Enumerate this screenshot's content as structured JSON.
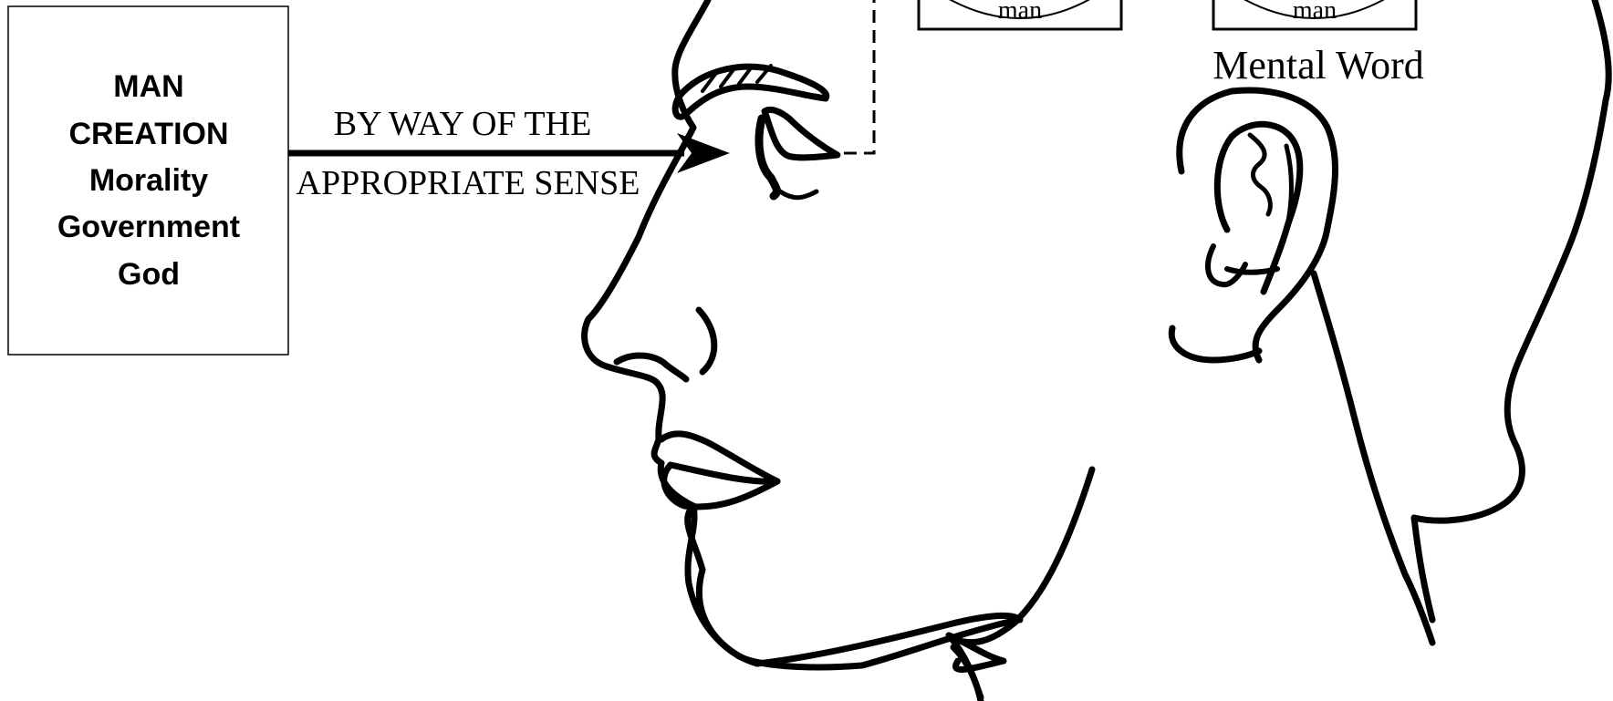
{
  "object_box": {
    "lines": [
      "MAN",
      "CREATION",
      "Morality",
      "Government",
      "God"
    ]
  },
  "arrow_label": {
    "line1": "BY WAY OF THE",
    "line2": "APPROPRIATE SENSE"
  },
  "concept_boxes": [
    {
      "label": "man"
    },
    {
      "label": "man"
    }
  ],
  "mental_word_label": "Mental Word"
}
